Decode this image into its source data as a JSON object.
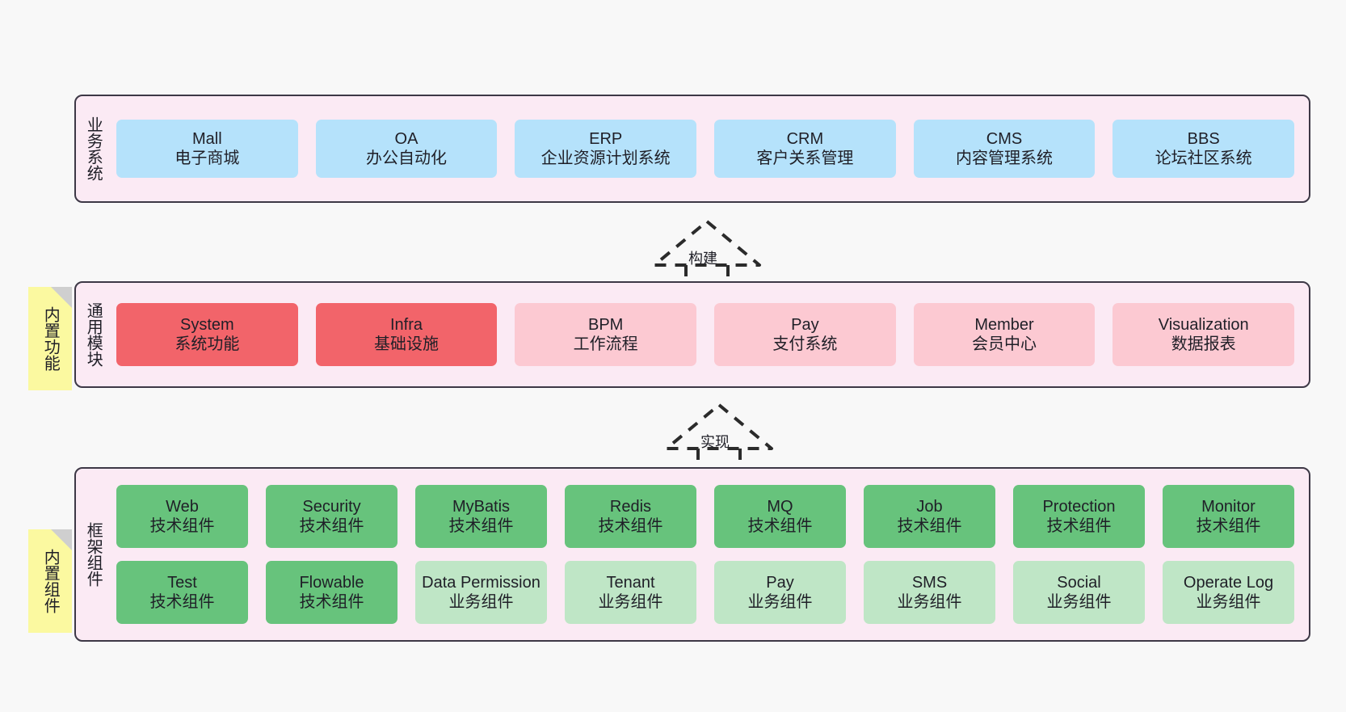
{
  "diagram": {
    "background_color": "#f8f8f8",
    "layer_fill": "#fbeaf4",
    "layer_border": "#3d3846",
    "note_color": "#fbf9a0",
    "palette": {
      "blue": "#b5e2fb",
      "red": "#f2646a",
      "pink": "#fcc9d2",
      "green": "#67c37c",
      "green_light": "#bfe6c6"
    }
  },
  "layers": [
    {
      "id": "business-systems",
      "title": "业务系统",
      "rows": [
        [
          {
            "name": "Mall",
            "desc": "电子商城",
            "color": "blue"
          },
          {
            "name": "OA",
            "desc": "办公自动化",
            "color": "blue"
          },
          {
            "name": "ERP",
            "desc": "企业资源计划系统",
            "color": "blue"
          },
          {
            "name": "CRM",
            "desc": "客户关系管理",
            "color": "blue"
          },
          {
            "name": "CMS",
            "desc": "内容管理系统",
            "color": "blue"
          },
          {
            "name": "BBS",
            "desc": "论坛社区系统",
            "color": "blue"
          }
        ]
      ]
    },
    {
      "id": "common-modules",
      "title": "通用模块",
      "note": "内置功能",
      "rows": [
        [
          {
            "name": "System",
            "desc": "系统功能",
            "color": "red"
          },
          {
            "name": "Infra",
            "desc": "基础设施",
            "color": "red"
          },
          {
            "name": "BPM",
            "desc": "工作流程",
            "color": "pink"
          },
          {
            "name": "Pay",
            "desc": "支付系统",
            "color": "pink"
          },
          {
            "name": "Member",
            "desc": "会员中心",
            "color": "pink"
          },
          {
            "name": "Visualization",
            "desc": "数据报表",
            "color": "pink"
          }
        ]
      ]
    },
    {
      "id": "framework-components",
      "title": "框架组件",
      "note": "内置组件",
      "rows": [
        [
          {
            "name": "Web",
            "desc": "技术组件",
            "color": "green"
          },
          {
            "name": "Security",
            "desc": "技术组件",
            "color": "green"
          },
          {
            "name": "MyBatis",
            "desc": "技术组件",
            "color": "green"
          },
          {
            "name": "Redis",
            "desc": "技术组件",
            "color": "green"
          },
          {
            "name": "MQ",
            "desc": "技术组件",
            "color": "green"
          },
          {
            "name": "Job",
            "desc": "技术组件",
            "color": "green"
          },
          {
            "name": "Protection",
            "desc": "技术组件",
            "color": "green"
          },
          {
            "name": "Monitor",
            "desc": "技术组件",
            "color": "green"
          }
        ],
        [
          {
            "name": "Test",
            "desc": "技术组件",
            "color": "green"
          },
          {
            "name": "Flowable",
            "desc": "技术组件",
            "color": "green"
          },
          {
            "name": "Data Permission",
            "desc": "业务组件",
            "color": "green_light"
          },
          {
            "name": "Tenant",
            "desc": "业务组件",
            "color": "green_light"
          },
          {
            "name": "Pay",
            "desc": "业务组件",
            "color": "green_light"
          },
          {
            "name": "SMS",
            "desc": "业务组件",
            "color": "green_light"
          },
          {
            "name": "Social",
            "desc": "业务组件",
            "color": "green_light"
          },
          {
            "name": "Operate Log",
            "desc": "业务组件",
            "color": "green_light"
          }
        ]
      ]
    }
  ],
  "connectors": [
    {
      "id": "build-arrow",
      "label": "构建",
      "from": "common-modules",
      "to": "business-systems",
      "style": "dashed-hollow-triangle"
    },
    {
      "id": "implement-arrow",
      "label": "实现",
      "from": "framework-components",
      "to": "common-modules",
      "style": "dashed-hollow-triangle"
    }
  ]
}
